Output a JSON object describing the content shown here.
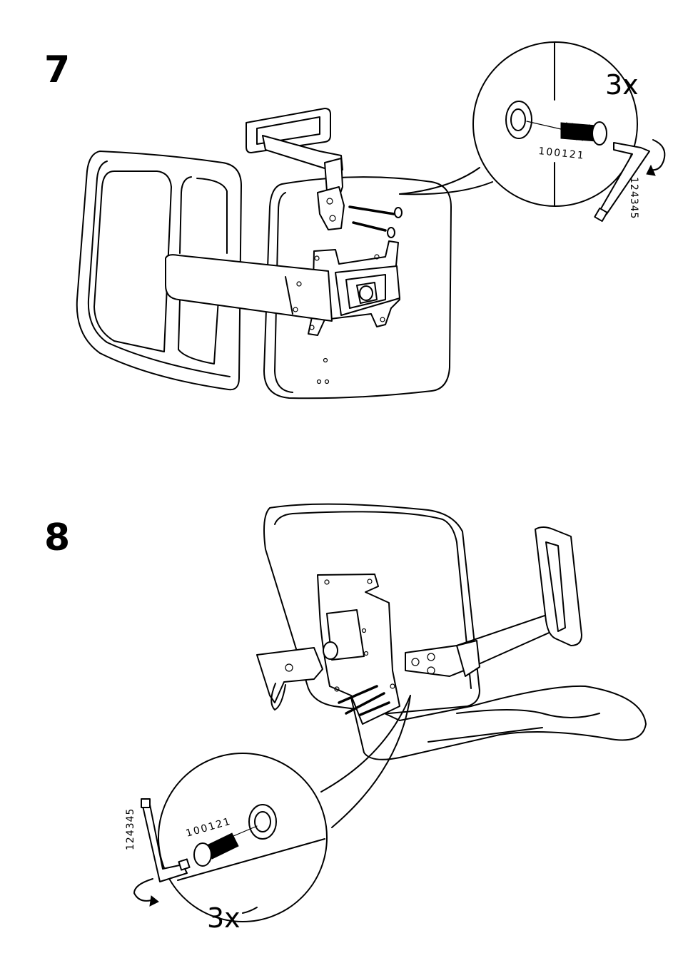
{
  "steps": [
    {
      "number": "7",
      "detail": {
        "quantity": "3x",
        "screw_part": "100121",
        "key_part": "124345"
      }
    },
    {
      "number": "8",
      "detail": {
        "quantity": "3x",
        "screw_part": "100121",
        "key_part": "124345"
      }
    }
  ]
}
